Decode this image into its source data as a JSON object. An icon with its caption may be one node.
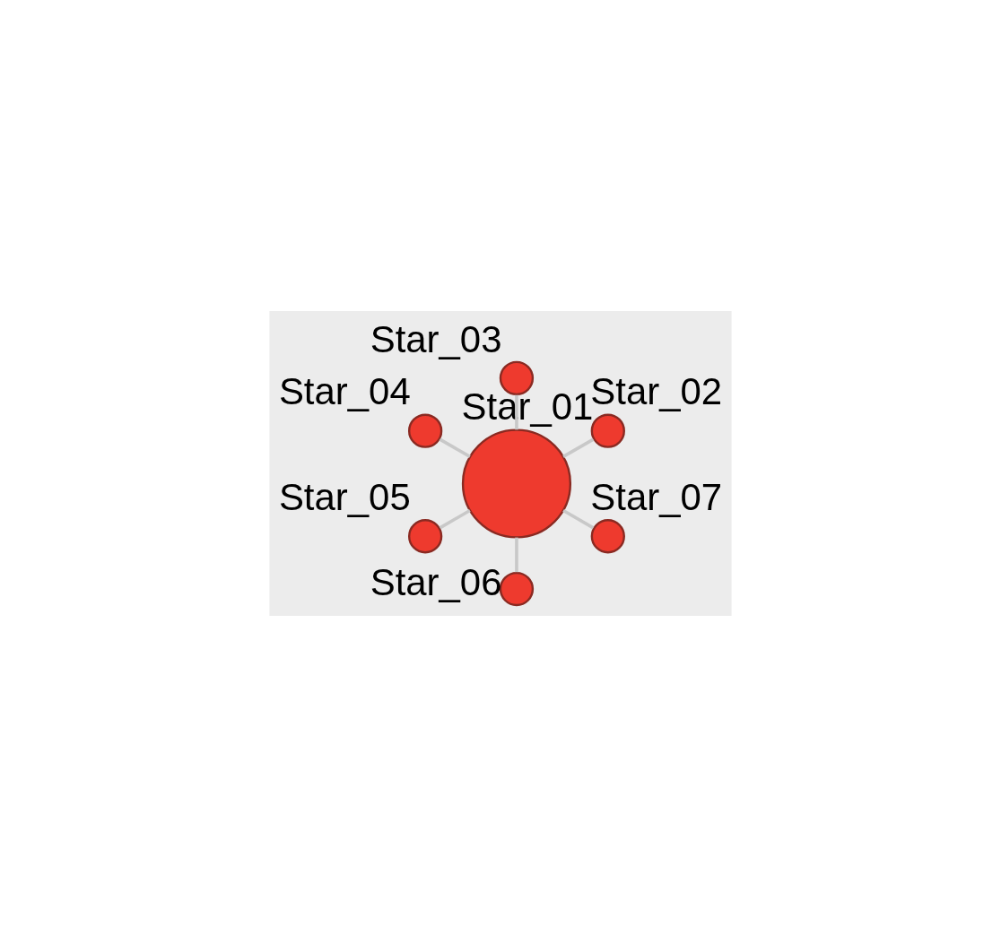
{
  "diagram": {
    "nodes": [
      {
        "text": [
          "Star_01"
        ]
      },
      {
        "text": [
          "Star_02"
        ]
      },
      {
        "text": [
          "Star_03"
        ]
      },
      {
        "text": [
          "Star_04"
        ]
      },
      {
        "text": [
          "Star_05"
        ]
      },
      {
        "text": [
          "Star_06"
        ]
      },
      {
        "text": [
          "Star_07"
        ]
      }
    ],
    "edges": [
      {
        "from": 0,
        "to": 1,
        "arrow": "none"
      },
      {
        "from": 0,
        "to": 2,
        "arrow": "none"
      },
      {
        "from": 0,
        "to": 3,
        "arrow": "none"
      },
      {
        "from": 0,
        "to": 4,
        "arrow": "none"
      },
      {
        "from": 0,
        "to": 5,
        "arrow": "none"
      },
      {
        "from": 0,
        "to": 6,
        "arrow": "none"
      }
    ]
  }
}
